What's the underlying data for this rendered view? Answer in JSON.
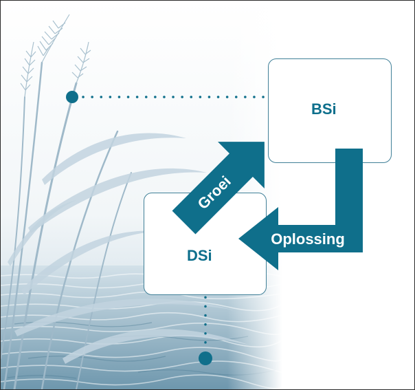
{
  "diagram": {
    "boxes": {
      "bsi": {
        "label": "BSi"
      },
      "dsi": {
        "label": "DSi"
      }
    },
    "arrows": {
      "growth": {
        "label": "Groei"
      },
      "solution": {
        "label": "Oplossing"
      }
    }
  },
  "colors": {
    "accent": "#0f6f8b",
    "box_border": "#3f7f97",
    "label_text": "#0d6f8c",
    "water_dark": "#5f8da4",
    "water_light": "#c9dae4",
    "reed": "#9db8c8"
  },
  "decor": {
    "background_image": "reed-and-water-illustration",
    "connector_style": "dotted"
  }
}
